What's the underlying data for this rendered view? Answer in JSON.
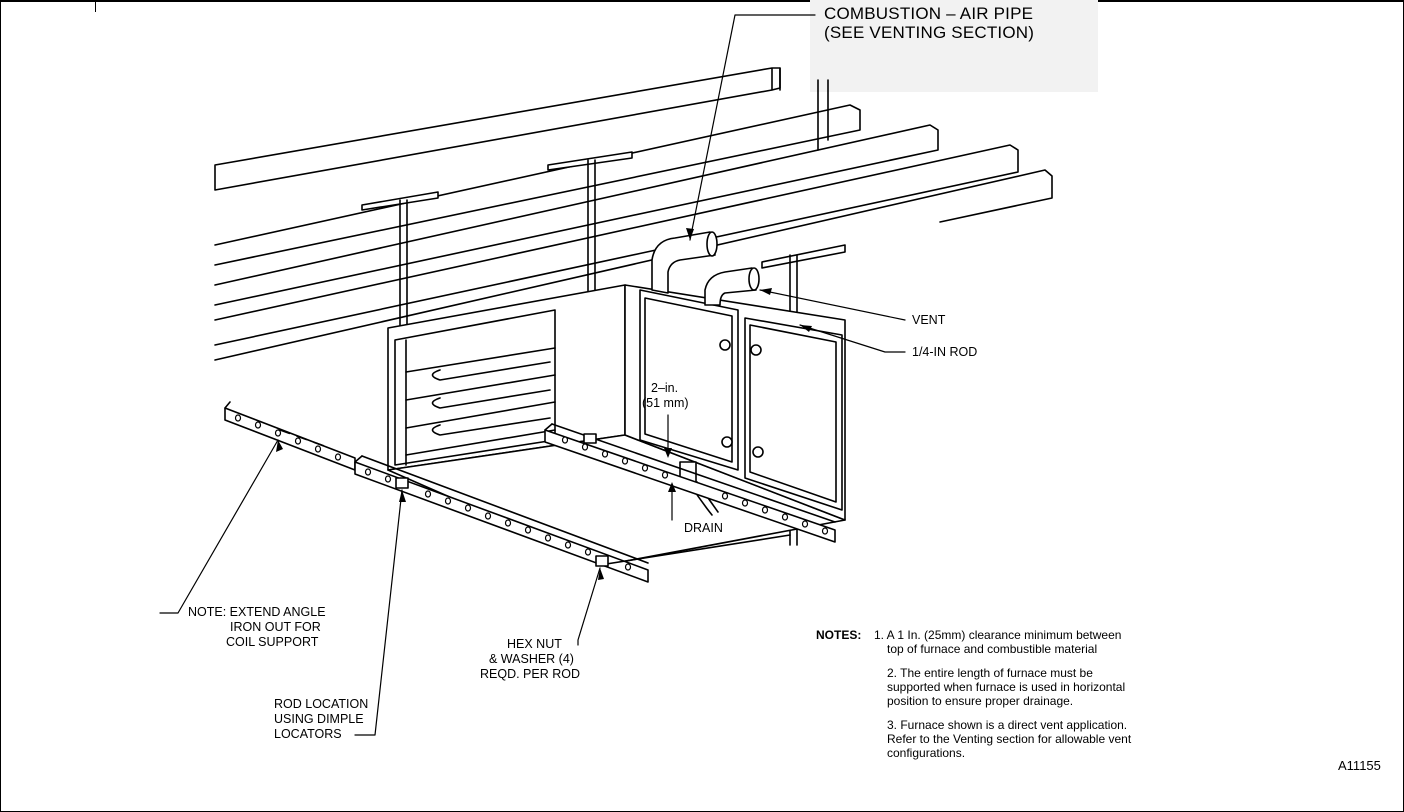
{
  "callouts": {
    "combustion_pipe_line1": "COMBUSTION – AIR PIPE",
    "combustion_pipe_line2": "(SEE VENTING SECTION)",
    "vent": "VENT",
    "rod": "1/4-IN ROD",
    "clearance_line1": "2–in.",
    "clearance_line2": "(51 mm)",
    "drain": "DRAIN",
    "angle_note_line1": "NOTE: EXTEND ANGLE",
    "angle_note_line2": "IRON OUT FOR",
    "angle_note_line3": "COIL SUPPORT",
    "hexnut_line1": "HEX NUT",
    "hexnut_line2": "& WASHER (4)",
    "hexnut_line3": "REQD. PER ROD",
    "rodloc_line1": "ROD LOCATION",
    "rodloc_line2": "USING DIMPLE",
    "rodloc_line3": "LOCATORS"
  },
  "notes": {
    "heading": "NOTES:",
    "n1_line1": "1. A 1 In. (25mm) clearance minimum between",
    "n1_line2": "top of furnace and combustible material",
    "n2_line1": "2. The entire length of furnace must be",
    "n2_line2": "supported when furnace is used in horizontal",
    "n2_line3": "position to ensure proper drainage.",
    "n3_line1": "3. Furnace shown is a direct vent application.",
    "n3_line2": "Refer to the Venting section for allowable vent",
    "n3_line3": "configurations."
  },
  "figure_id": "A11155"
}
